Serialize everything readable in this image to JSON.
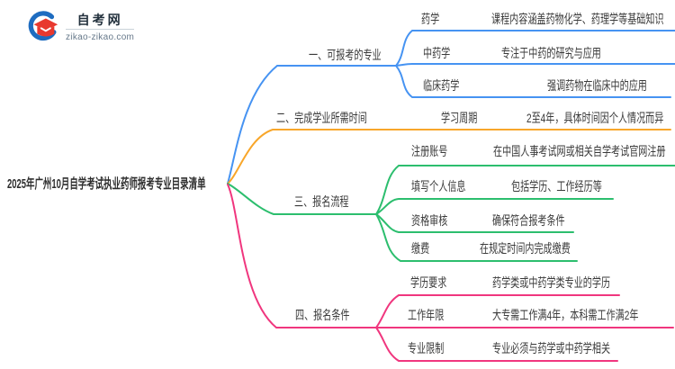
{
  "logo": {
    "title": "自考网",
    "domain": "zikao-zikao.com"
  },
  "root_topic": "2025年广州10月自学考试执业药师报考专业目录清单",
  "colors": {
    "branch1_blue": "#4693F2",
    "branch2_orange": "#F8A62A",
    "branch3_green": "#2CBE6E",
    "branch4_pink": "#F0367E",
    "text": "#3A3A3A",
    "logo_red": "#E8392F",
    "logo_blue": "#1E6CC0"
  },
  "branches": [
    {
      "label": "一、可报考的专业",
      "color": "#4693F2",
      "children": [
        {
          "topic": "药学",
          "note": "课程内容涵盖药物化学、药理学等基础知识"
        },
        {
          "topic": "中药学",
          "note": "专注于中药的研究与应用"
        },
        {
          "topic": "临床药学",
          "note": "强调药物在临床中的应用"
        }
      ]
    },
    {
      "label": "二、完成学业所需时间",
      "color": "#F8A62A",
      "children": [
        {
          "topic": "学习周期",
          "note": "2至4年，具体时间因个人情况而异"
        }
      ]
    },
    {
      "label": "三、报名流程",
      "color": "#2CBE6E",
      "children": [
        {
          "topic": "注册账号",
          "note": "在中国人事考试网或相关自学考试官网注册"
        },
        {
          "topic": "填写个人信息",
          "note": "包括学历、工作经历等"
        },
        {
          "topic": "资格审核",
          "note": "确保符合报考条件"
        },
        {
          "topic": "缴费",
          "note": "在规定时间内完成缴费"
        }
      ]
    },
    {
      "label": "四、报名条件",
      "color": "#F0367E",
      "children": [
        {
          "topic": "学历要求",
          "note": "药学类或中药学类专业的学历"
        },
        {
          "topic": "工作年限",
          "note": "大专需工作满4年，本科需工作满2年"
        },
        {
          "topic": "专业限制",
          "note": "专业必须与药学或中药学相关"
        }
      ]
    }
  ]
}
